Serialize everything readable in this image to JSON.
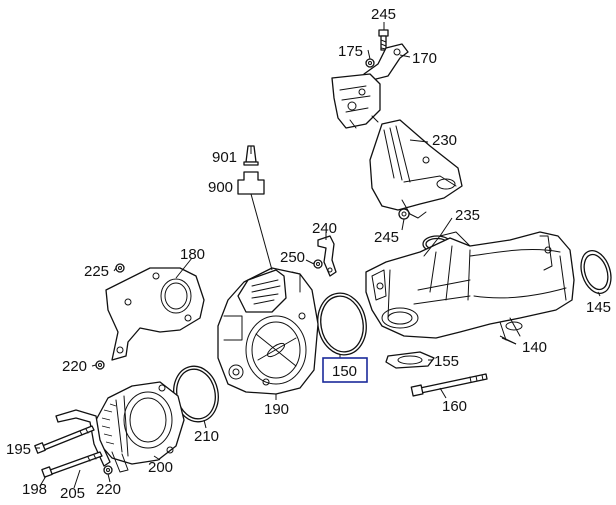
{
  "labels": {
    "p245_top": "245",
    "p175": "175",
    "p170": "170",
    "p230": "230",
    "p901": "901",
    "p900": "900",
    "p240": "240",
    "p235": "235",
    "p245_mid": "245",
    "p180": "180",
    "p225": "225",
    "p250": "250",
    "p145": "145",
    "p220_left": "220",
    "p150": "150",
    "p155": "155",
    "p140": "140",
    "p190": "190",
    "p210": "210",
    "p160": "160",
    "p195": "195",
    "p200": "200",
    "p198": "198",
    "p205": "205",
    "p220_bottom": "220"
  },
  "highlight": {
    "part": "150",
    "color": "#1a2a9a"
  }
}
